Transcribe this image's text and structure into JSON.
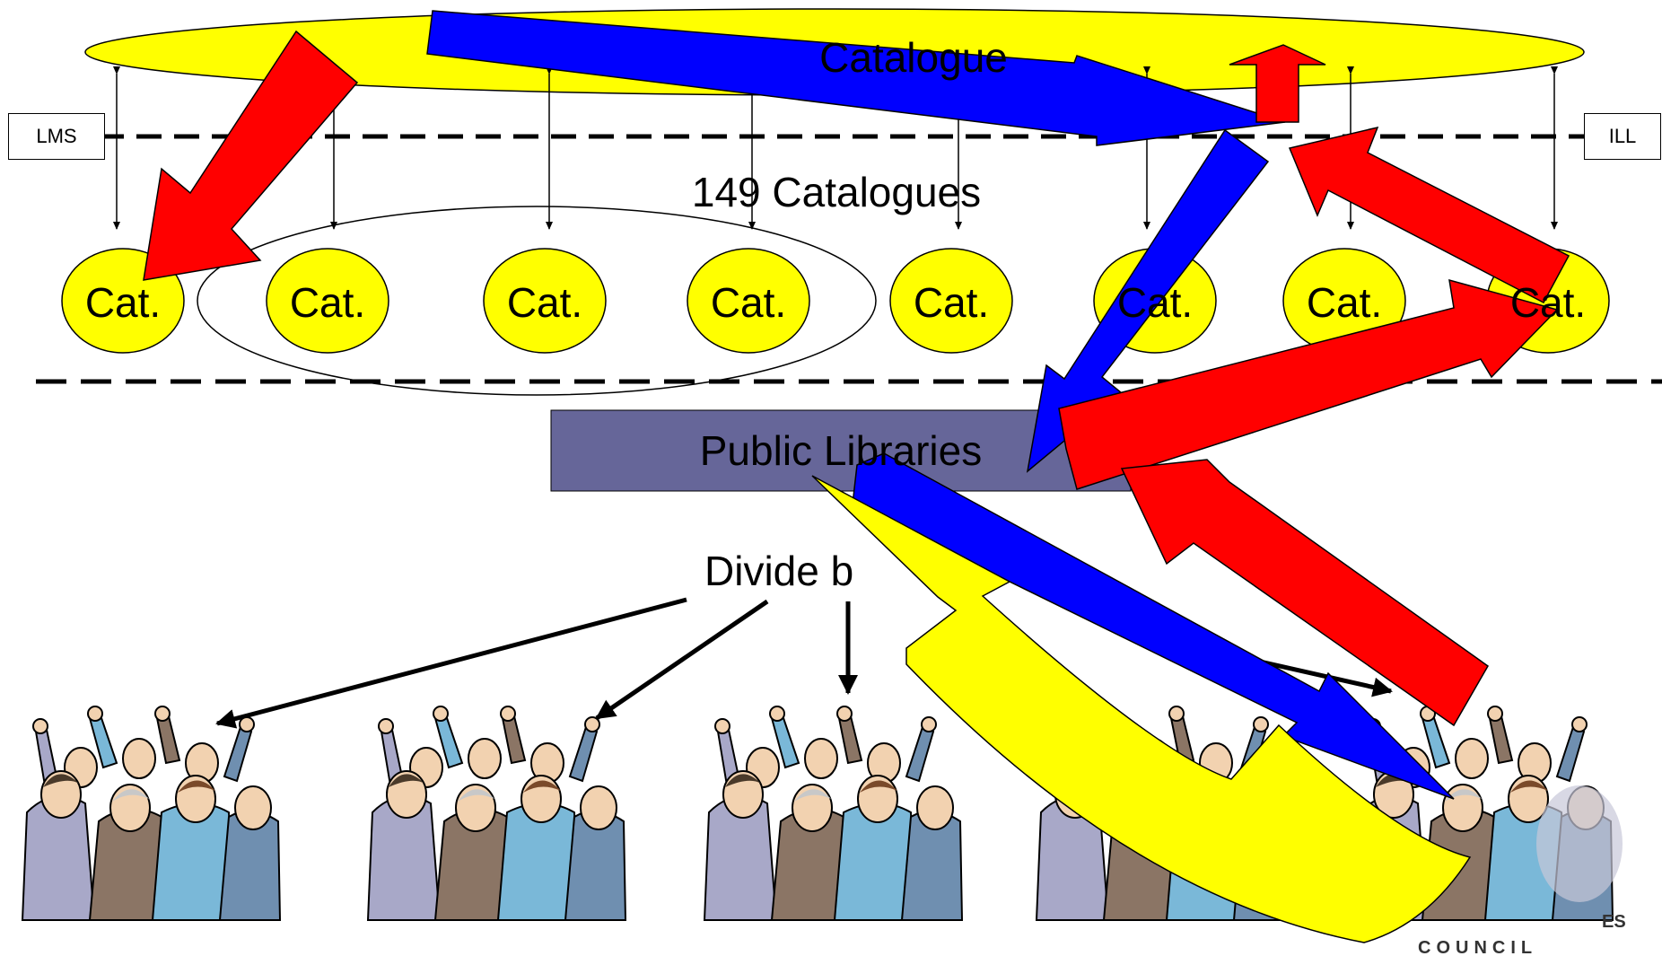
{
  "top_ellipse": {
    "label": "Catalogue",
    "fill": "#ffff00"
  },
  "side_labels": {
    "left": "LMS",
    "right": "ILL"
  },
  "catalogues_label": "149 Catalogues",
  "catalogue_nodes": [
    {
      "label": "Cat."
    },
    {
      "label": "Cat."
    },
    {
      "label": "Cat."
    },
    {
      "label": "Cat."
    },
    {
      "label": "Cat."
    },
    {
      "label": "Cat."
    },
    {
      "label": "Cat."
    },
    {
      "label": "Cat."
    }
  ],
  "public_libraries": {
    "label": "Public Libraries",
    "fill": "#666699"
  },
  "divide_label": "Divide b",
  "footer_logo_text": {
    "top": "ES",
    "bottom": "COUNCIL"
  },
  "colors": {
    "red_arrow": "#ff0000",
    "blue_arrow": "#0000ff",
    "yellow_arrow": "#ffff00",
    "node_fill": "#ffff00",
    "crowd_suits": [
      "#a8a8c8",
      "#8b7565",
      "#7ab8d8",
      "#6f8fb0"
    ]
  },
  "icons": [
    "crowd-icon",
    "arrow-icon"
  ]
}
